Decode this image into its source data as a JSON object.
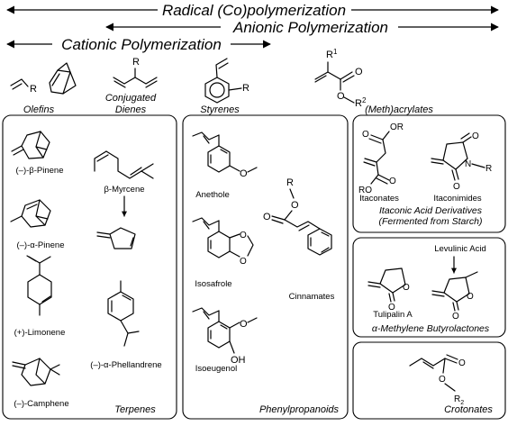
{
  "arrows": {
    "radical": "Radical (Co)polymerization",
    "anionic": "Anionic Polymerization",
    "cationic": "Cationic Polymerization"
  },
  "monomers": {
    "olefins": "Olefins",
    "dienes_1": "Conjugated",
    "dienes_2": "Dienes",
    "styrenes": "Styrenes",
    "acrylates": "(Meth)acrylates"
  },
  "atoms": {
    "R": "R",
    "R1": "R",
    "R1_sup": "1",
    "R2": "R",
    "R2_sup": "2",
    "O": "O",
    "OR": "OR",
    "RO": "RO",
    "N": "N",
    "OH": "OH",
    "R_sub2": "R",
    "sub2": "2"
  },
  "terpenes": {
    "beta_pinene": "(–)-β-Pinene",
    "beta_myrcene": "β-Myrcene",
    "alpha_pinene": "(–)-α-Pinene",
    "limonene": "(+)-Limonene",
    "phellandrene": "(–)-α-Phellandrene",
    "camphene": "(–)-Camphene",
    "title": "Terpenes"
  },
  "phenylpropanoids": {
    "anethole": "Anethole",
    "isosafrole": "Isosafrole",
    "cinnamates": "Cinnamates",
    "isoeugenol": "Isoeugenol",
    "title": "Phenylpropanoids"
  },
  "itaconic": {
    "itaconates": "Itaconates",
    "itaconimides": "Itaconimides",
    "title_1": "Itaconic Acid Derivatives",
    "title_2": "(Fermented from Starch)"
  },
  "lactones": {
    "levulinic": "Levulinic Acid",
    "tulipalin": "Tulipalin A",
    "title": "α-Methylene Butyrolactones"
  },
  "crotonates": {
    "title": "Crotonates"
  }
}
